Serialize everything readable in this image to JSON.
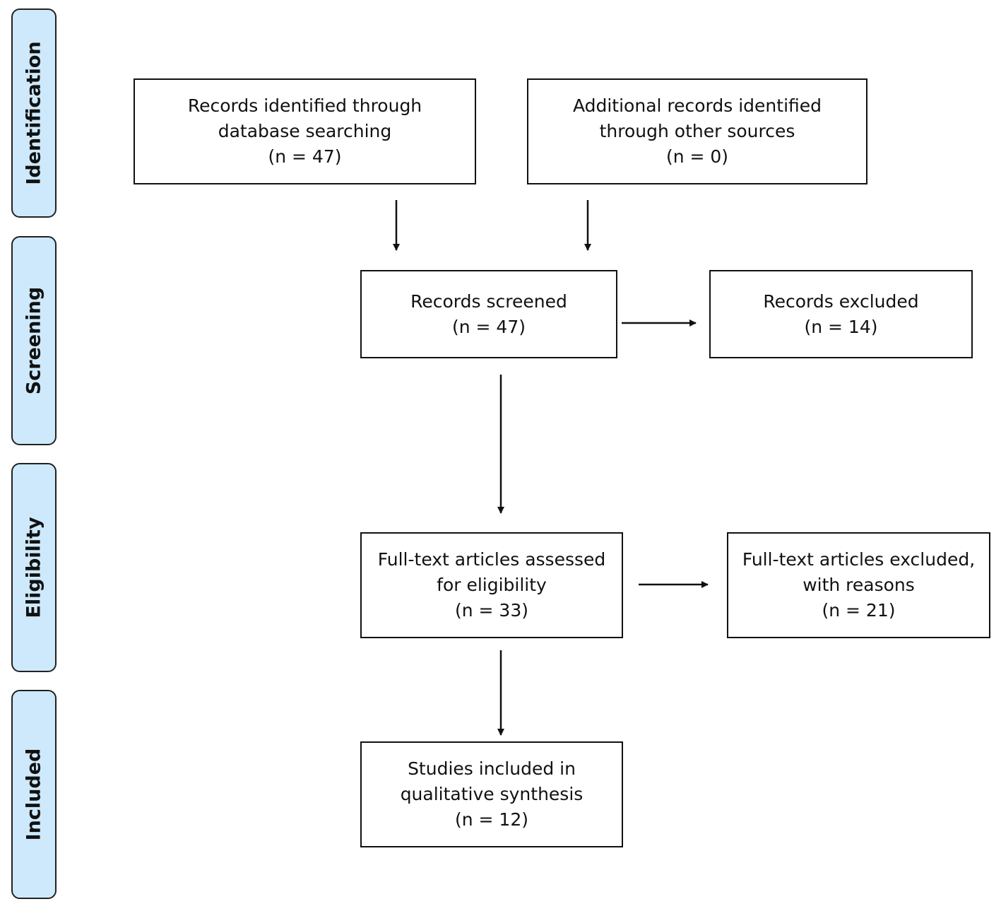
{
  "stages": [
    {
      "id": "identification",
      "label": "Identification"
    },
    {
      "id": "screening",
      "label": "Screening"
    },
    {
      "id": "eligibility",
      "label": "Eligibility"
    },
    {
      "id": "included",
      "label": "Included"
    }
  ],
  "boxes": {
    "db_records": {
      "line1": "Records identified through",
      "line2": "database searching",
      "count": "(n = 47)"
    },
    "other_records": {
      "line1": "Additional records identified",
      "line2": "through other sources",
      "count": "(n = 0)"
    },
    "screened": {
      "line1": "Records screened",
      "count": "(n = 47)"
    },
    "excluded": {
      "line1": "Records excluded",
      "count": "(n = 14)"
    },
    "fulltext": {
      "line1": "Full-text articles assessed",
      "line2": "for eligibility",
      "count": "(n = 33)"
    },
    "fulltext_excluded": {
      "line1": "Full-text articles excluded,",
      "line2": "with reasons",
      "count": "(n = 21)"
    },
    "included": {
      "line1": "Studies included in",
      "line2": "qualitative synthesis",
      "count": "(n = 12)"
    }
  },
  "colors": {
    "stage_fill": "#cde9fb",
    "stroke": "#111111"
  }
}
